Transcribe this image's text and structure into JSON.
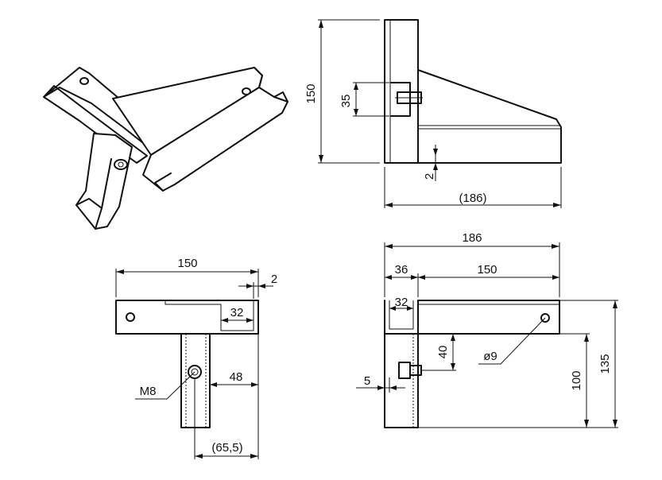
{
  "views": {
    "isometric": {
      "label": ""
    },
    "side": {
      "dims": {
        "height": "150",
        "slot": "35",
        "gap": "2",
        "width_ref": "(186)"
      }
    },
    "front": {
      "dims": {
        "width": "150",
        "gap": "2",
        "channel": "32",
        "offset": "48",
        "bolt": "M8",
        "ref": "(65,5)"
      }
    },
    "top": {
      "dims": {
        "total": "186",
        "left": "36",
        "right": "150",
        "channel": "32",
        "hole": "ø9",
        "hole_y": "40",
        "edge": "5",
        "h1": "100",
        "h2": "135"
      }
    }
  },
  "colors": {
    "line": "#111111",
    "background": "#ffffff"
  }
}
